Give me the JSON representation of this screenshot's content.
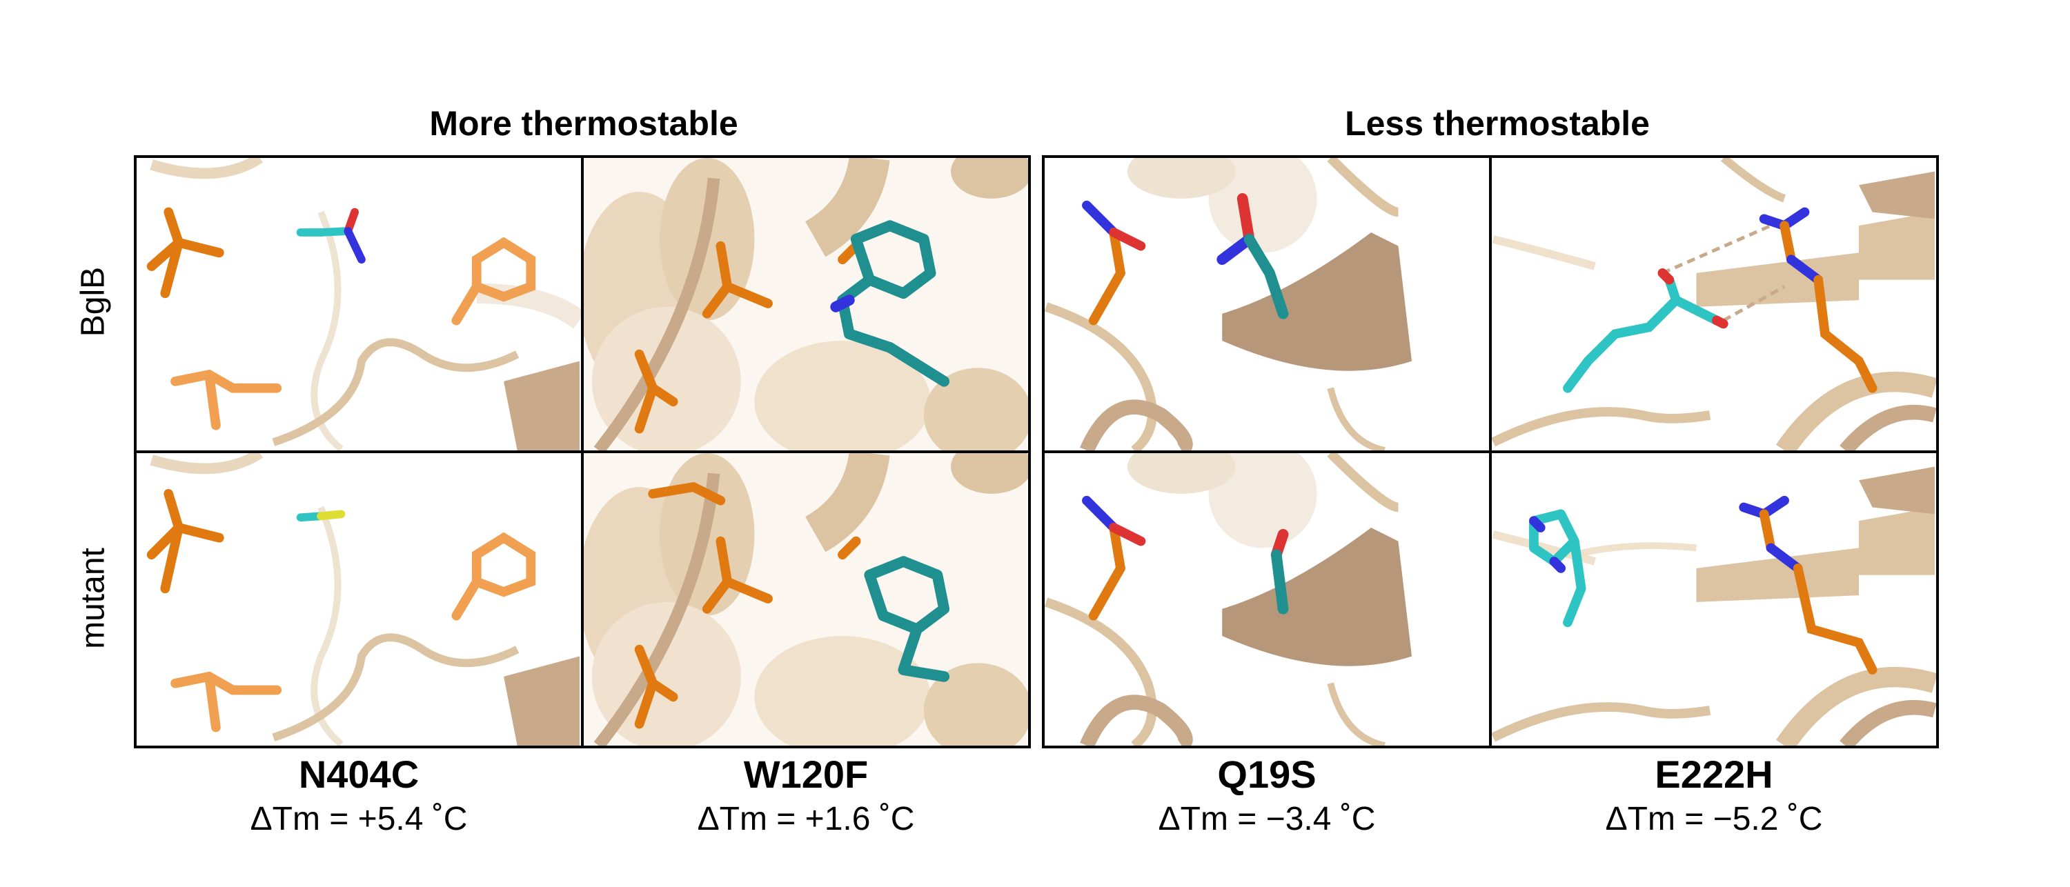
{
  "groups": {
    "more": "More thermostable",
    "less": "Less thermostable"
  },
  "rows": {
    "top": "BglB",
    "bottom": "mutant"
  },
  "mutations": [
    {
      "name": "N404C",
      "dtm": "ΔTm = +5.4 ˚C"
    },
    {
      "name": "W120F",
      "dtm": "ΔTm = +1.6 ˚C"
    },
    {
      "name": "Q19S",
      "dtm": "ΔTm = −3.4 ˚C"
    },
    {
      "name": "E222H",
      "dtm": "ΔTm = −5.2 ˚C"
    }
  ],
  "colors": {
    "ribbon": "#dcc3a1",
    "ribbon_light": "#efe1cc",
    "orange": "#e07a10",
    "teal": "#1f8f8f",
    "cyan": "#2fc4c4",
    "nitrogen": "#3333dd",
    "oxygen": "#dd3333",
    "sulfur": "#dddd33"
  }
}
